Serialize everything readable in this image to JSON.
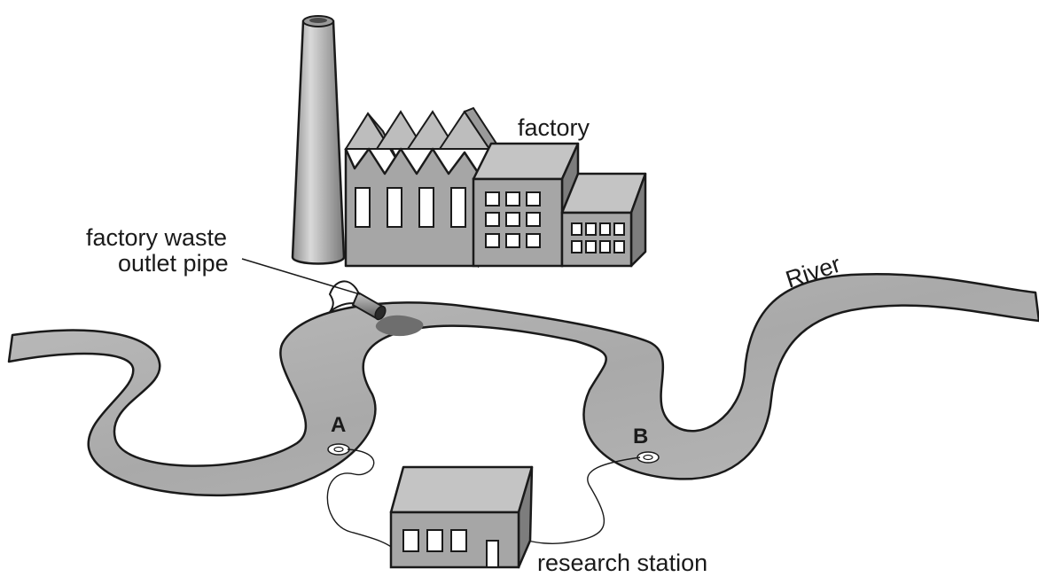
{
  "labels": {
    "factory": "factory",
    "pipe_line1": "factory waste",
    "pipe_line2": "outlet pipe",
    "river": "River",
    "point_a": "A",
    "point_b": "B",
    "station": "research station"
  },
  "colors": {
    "outline": "#1a1a1a",
    "grey_light": "#c4c4c4",
    "grey_mid": "#a8a8a8",
    "grey_dark": "#7d7d7d",
    "pollution": "#6e6e6e"
  }
}
